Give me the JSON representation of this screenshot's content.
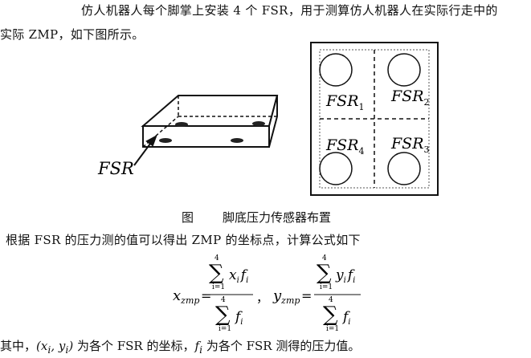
{
  "paragraph": {
    "line1": "仿人机器人每个脚掌上安装 4 个 FSR，用于测算仿人机器人在实际行走中的",
    "line2": "实际 ZMP，如下图所示。"
  },
  "figure": {
    "caption_prefix": "图",
    "caption_title": "脚底压力传感器布置",
    "fsr_pointer_label": "FSR",
    "sensors": [
      {
        "label": "FSR",
        "sub": "1"
      },
      {
        "label": "FSR",
        "sub": "2"
      },
      {
        "label": "FSR",
        "sub": "4"
      },
      {
        "label": "FSR",
        "sub": "3"
      }
    ]
  },
  "formula_intro": "根据 FSR 的压力测的值可以得出 ZMP 的坐标点，计算公式如下",
  "formula": {
    "x_var": "x",
    "y_var": "y",
    "subscript": "zmp",
    "sum_upper": "4",
    "sum_lower": "i=1",
    "x_numer_var": "x",
    "y_numer_var": "y",
    "index": "i",
    "force_var": "f",
    "separator": "，"
  },
  "explanation": {
    "prefix": "其中，",
    "coord": "(x",
    "coord_mid": ", y",
    "coord_end": ")",
    "coord_desc": " 为各个 FSR 的坐标，",
    "force_desc": " 为各个 FSR 测得的压力值。"
  }
}
